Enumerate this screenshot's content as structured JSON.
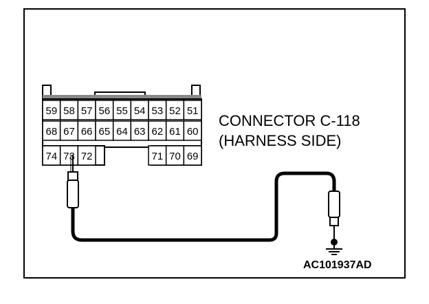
{
  "connector": {
    "title_line1": "CONNECTOR C-118",
    "title_line2": "(HARNESS SIDE)",
    "pins_row1": [
      "59",
      "58",
      "57",
      "56",
      "55",
      "54",
      "53",
      "52",
      "51"
    ],
    "pins_row2": [
      "68",
      "67",
      "66",
      "65",
      "64",
      "63",
      "62",
      "61",
      "60"
    ],
    "pins_row3_left": [
      "74",
      "73",
      "72"
    ],
    "pins_row3_right": [
      "71",
      "70",
      "69"
    ]
  },
  "figure_code": "AC101937AD"
}
